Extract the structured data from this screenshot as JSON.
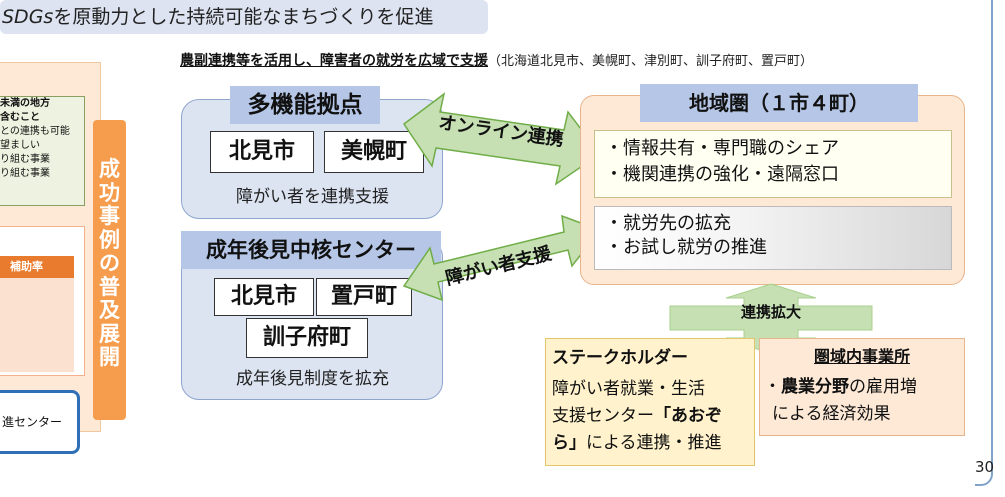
{
  "banner": {
    "prefix": "SDGs",
    "text": "を原動力とした持続可能なまちづくりを促進"
  },
  "left_panel": {
    "top_lines": [
      "未満の地方",
      "含むこと",
      "との連携も可能",
      "望ましい",
      "り組む事業",
      "り組む事業"
    ],
    "mid_header": "補助率",
    "bottom_text": "進センター"
  },
  "vertical_band": [
    "成",
    "功",
    "事",
    "例",
    "の",
    "普",
    "及",
    "展",
    "開"
  ],
  "heading": {
    "main": "農副連携等を活用し、障害者の就労を広域で支援",
    "sub": "（北海道北見市、美幌町、津別町、訓子府町、置戸町）"
  },
  "hub": {
    "title": "多機能拠点",
    "cities": [
      "北見市",
      "美幌町"
    ],
    "caption": "障がい者を連携支援"
  },
  "center": {
    "title": "成年後見中核センター",
    "cities": [
      "北見市",
      "置戸町",
      "訓子府町"
    ],
    "caption": "成年後見制度を拡充"
  },
  "arrows": {
    "online": "オンライン連携",
    "support": "障がい者支援",
    "expand": "連携拡大"
  },
  "region": {
    "title": "地域圏（１市４町）",
    "box1": [
      "・情報共有・専門職のシェア",
      "・機関連携の強化・遠隔窓口"
    ],
    "box2": [
      "・就労先の拡充",
      "・お試し就労の推進"
    ]
  },
  "stakeholders": {
    "title": "ステークホルダー",
    "line1": "障がい者就業・生活",
    "line2a": "支援センター",
    "line2b": "「あおぞ",
    "line3a": "ら」",
    "line3b": "による連携・推進"
  },
  "business": {
    "title": "圏域内事業所",
    "bullet": "・",
    "strong": "農業分野",
    "line1rest": "の雇用増",
    "line2": "による経済効果"
  },
  "page_number": "30",
  "colors": {
    "blue_panel": "#dce4f2",
    "title_blue": "#b5c6e6",
    "orange": "#f59c4d",
    "peach": "#fde9d6",
    "arrow_green": "#c6e0b4"
  }
}
